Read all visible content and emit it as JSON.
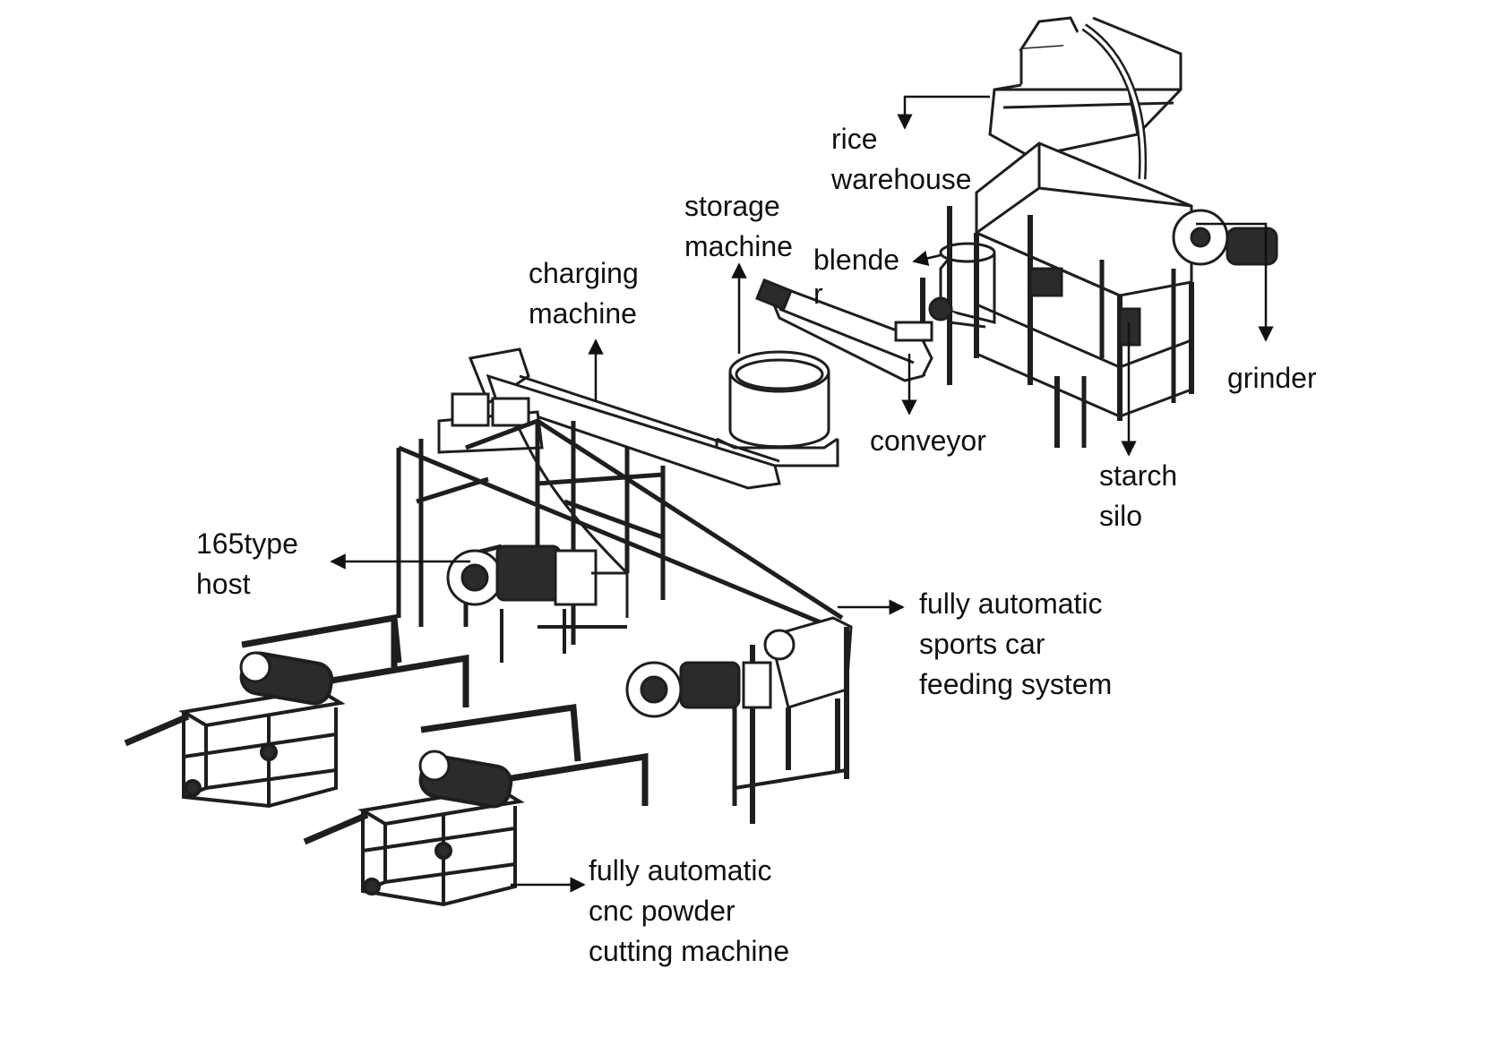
{
  "colors": {
    "ink": "#111111",
    "frame": "#1e1e1e",
    "machine": "#2b2b2b",
    "background": "#ffffff"
  },
  "labels": {
    "rice_warehouse": [
      "rice",
      "warehouse"
    ],
    "storage_machine": [
      "storage",
      "machine"
    ],
    "blender": [
      "blende",
      "r"
    ],
    "charging_machine": [
      "charging",
      "machine"
    ],
    "grinder": [
      "grinder"
    ],
    "conveyor": [
      "conveyor"
    ],
    "starch_silo": [
      "starch",
      "silo"
    ],
    "host_165type": [
      "165type",
      "host"
    ],
    "sports_car_feeding": [
      "fully automatic",
      "sports car",
      "feeding system"
    ],
    "cnc_powder_cutting": [
      "fully automatic",
      "cnc powder",
      "cutting machine"
    ]
  }
}
